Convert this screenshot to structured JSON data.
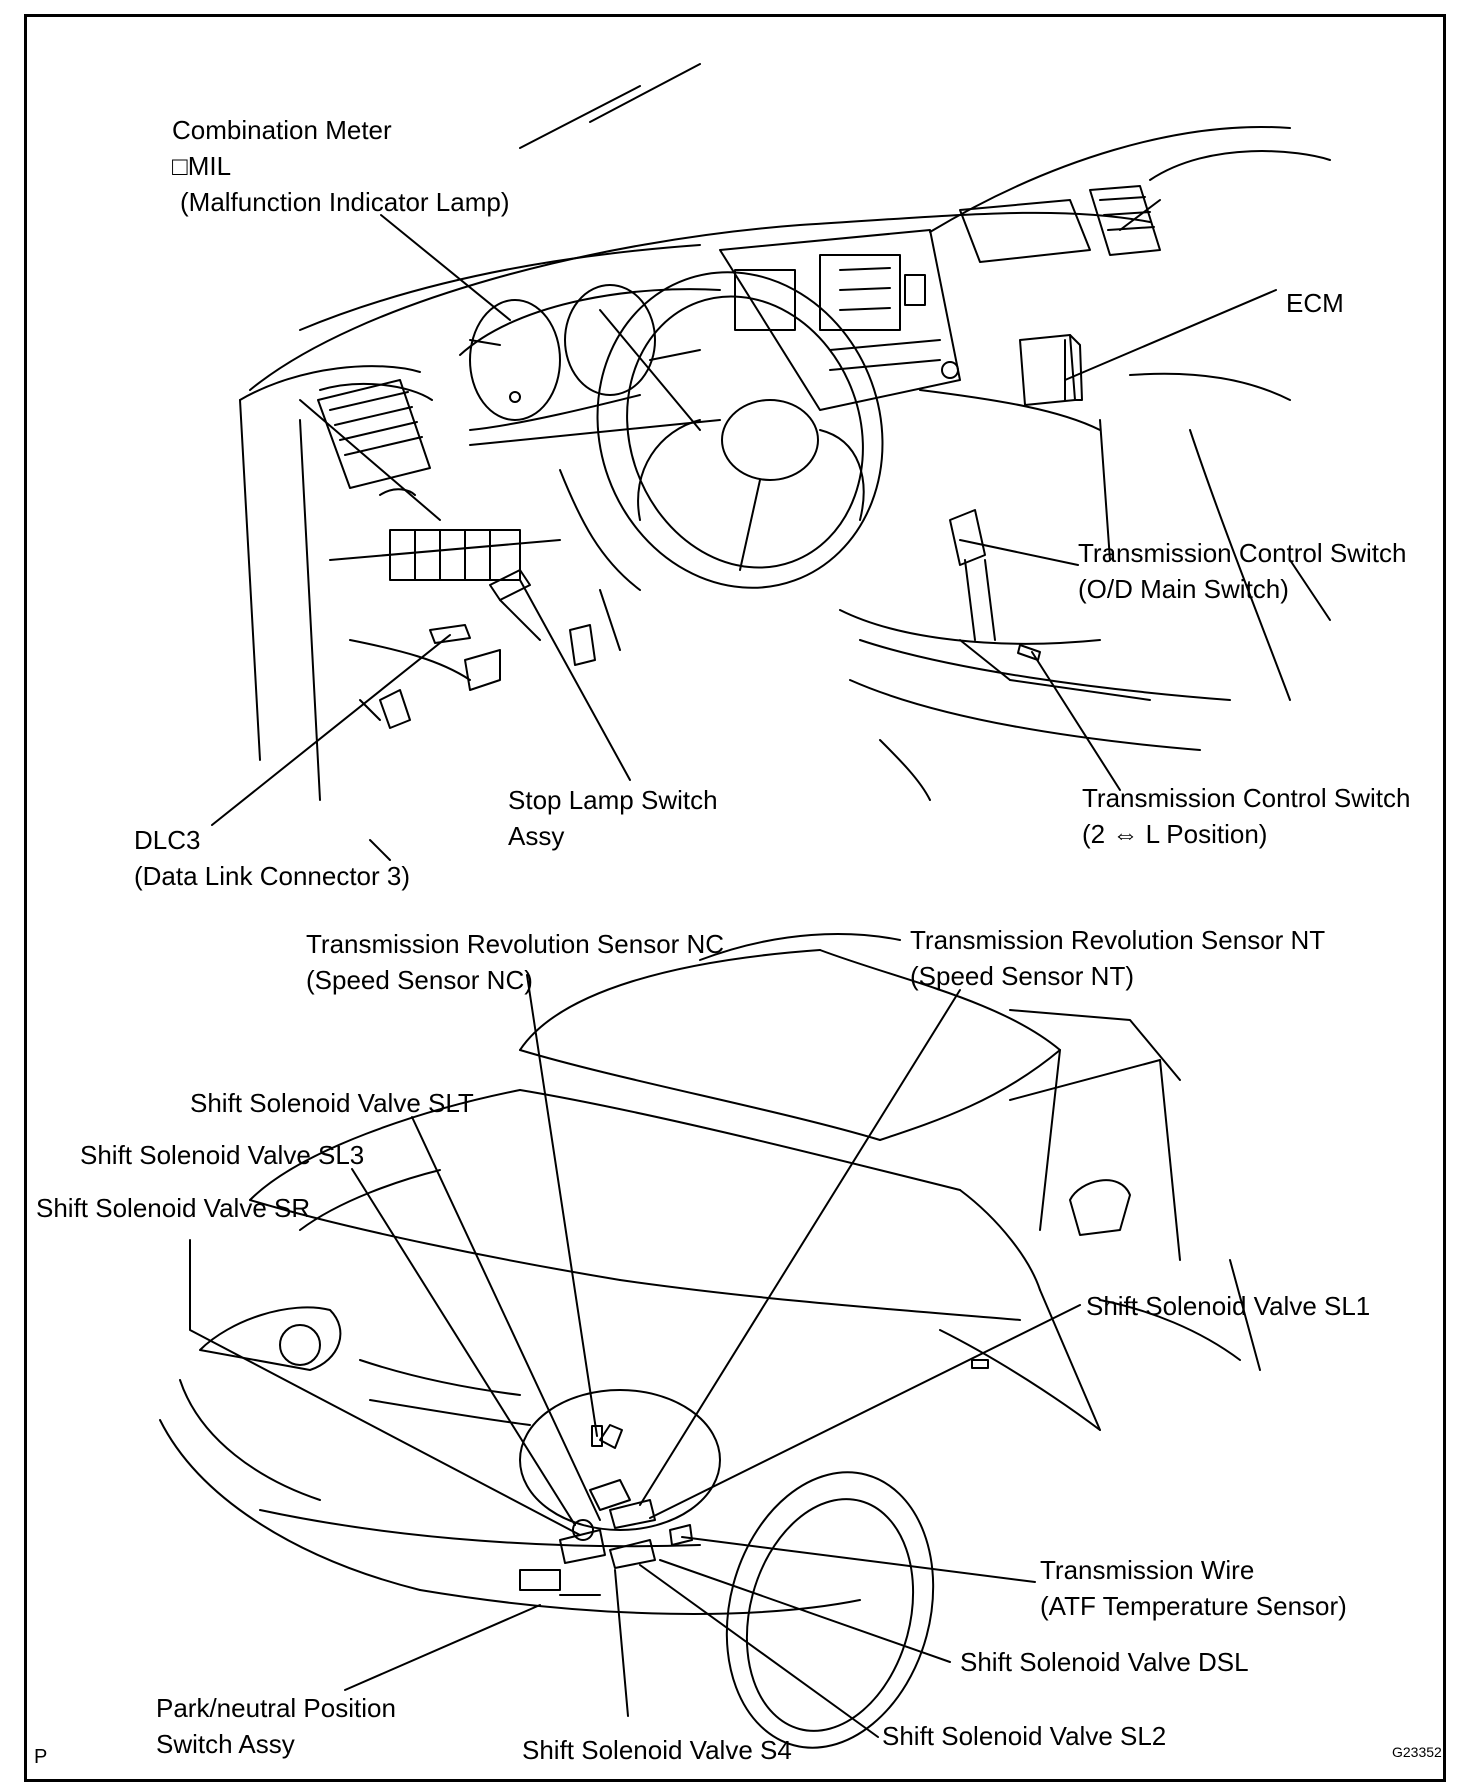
{
  "labels": {
    "combination_meter": {
      "line1": "Combination Meter",
      "line2": "□MIL",
      "line3": "(Malfunction Indicator Lamp)"
    },
    "ecm": "ECM",
    "tcs_od": {
      "line1": "Transmission Control Switch",
      "line2": "(O/D Main Switch)"
    },
    "tcs_2l": {
      "line1": "Transmission Control Switch",
      "line2": "(2 ⇔ L Position)"
    },
    "stop_lamp": {
      "line1": "Stop Lamp Switch",
      "line2": "Assy"
    },
    "dlc3": {
      "line1": "DLC3",
      "line2": "(Data Link Connector 3)"
    },
    "sensor_nc": {
      "line1": "Transmission Revolution Sensor NC",
      "line2": "(Speed Sensor NC)"
    },
    "sensor_nt": {
      "line1": "Transmission Revolution Sensor NT",
      "line2": "(Speed Sensor NT)"
    },
    "valve_slt": "Shift Solenoid Valve SLT",
    "valve_sl3": "Shift Solenoid Valve SL3",
    "valve_sr": "Shift Solenoid Valve SR",
    "valve_sl1": "Shift Solenoid Valve SL1",
    "trans_wire": {
      "line1": "Transmission Wire",
      "line2": "(ATF Temperature Sensor)"
    },
    "valve_dsl": "Shift Solenoid Valve DSL",
    "park_neutral": {
      "line1": "Park/neutral Position",
      "line2": "Switch Assy"
    },
    "valve_s4": "Shift Solenoid Valve S4",
    "valve_sl2": "Shift Solenoid Valve SL2"
  },
  "corner_letter": "P",
  "figure_code": "G23352"
}
